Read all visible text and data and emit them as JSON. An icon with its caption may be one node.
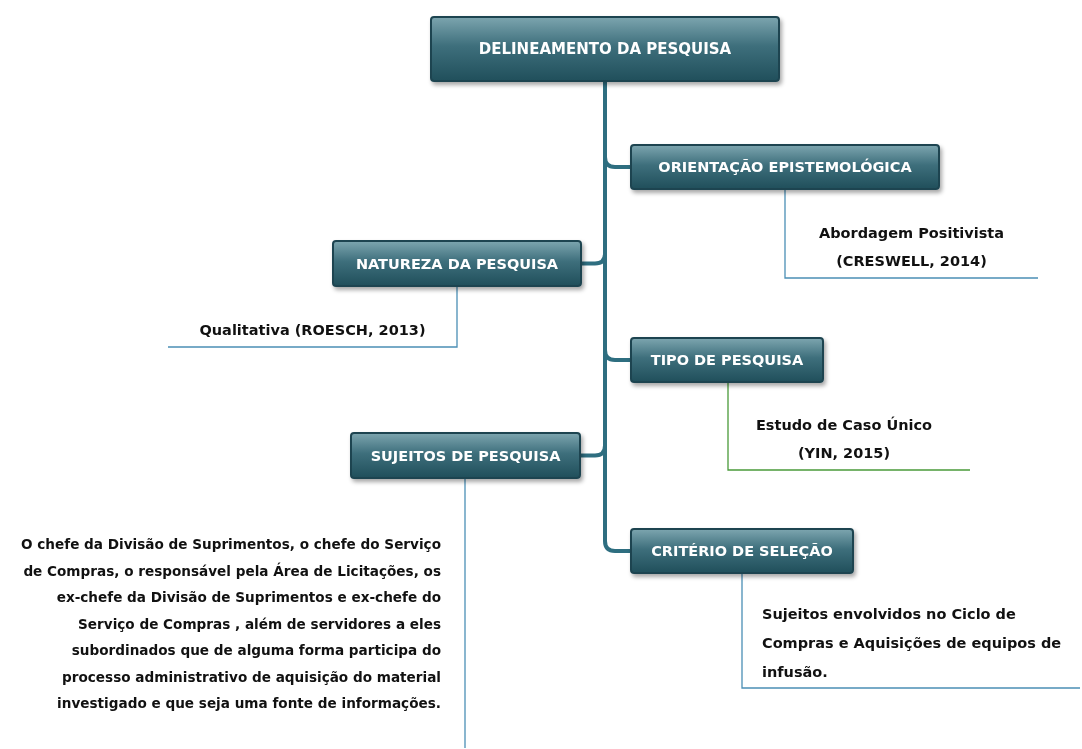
{
  "diagram": {
    "nodes": [
      {
        "text": [
          "DELINEAMENTO DA PESQUISA"
        ]
      },
      {
        "text": [
          "ORIENTAÇÃO EPISTEMOLÓGICA"
        ]
      },
      {
        "text": [
          "Abordagem Positivista (CRESWELL, 2014)"
        ]
      },
      {
        "text": [
          "NATUREZA DA PESQUISA"
        ]
      },
      {
        "text": [
          "Qualitativa (ROESCH, 2013)"
        ]
      },
      {
        "text": [
          "TIPO DE PESQUISA"
        ]
      },
      {
        "text": [
          "Estudo de Caso Único (YIN, 2015)"
        ]
      },
      {
        "text": [
          "SUJEITOS DE PESQUISA"
        ]
      },
      {
        "text": [
          "O chefe da Divisão de Suprimentos, o chefe do Serviço de Compras, o responsável pela Área de Licitações, os ex-chefe da Divisão de Suprimentos e ex-chefe do Serviço de Compras , além de servidores a eles subordinados que de alguma forma participa do processo administrativo de aquisição do material investigado e que seja uma fonte de informações."
        ]
      },
      {
        "text": [
          "CRITÉRIO DE SELEÇÃO"
        ]
      },
      {
        "text": [
          "Sujeitos envolvidos no Ciclo de Compras e Aquisições de equipos de infusão."
        ]
      }
    ],
    "edges": [
      {
        "from": 0,
        "to": 1,
        "arrow": "none",
        "style": "thick",
        "color": "#2e6e80"
      },
      {
        "from": 1,
        "to": 2,
        "arrow": "none"
      },
      {
        "from": 0,
        "to": 3,
        "arrow": "none",
        "style": "thick",
        "color": "#2e6e80"
      },
      {
        "from": 3,
        "to": 4,
        "arrow": "none"
      },
      {
        "from": 0,
        "to": 5,
        "arrow": "none",
        "style": "thick",
        "color": "#2e6e80"
      },
      {
        "from": 5,
        "to": 6,
        "arrow": "none",
        "color": "#4a9a3a"
      },
      {
        "from": 0,
        "to": 7,
        "arrow": "none",
        "style": "thick",
        "color": "#2e6e80"
      },
      {
        "from": 7,
        "to": 8,
        "arrow": "none"
      },
      {
        "from": 0,
        "to": 9,
        "arrow": "none",
        "style": "thick",
        "color": "#2e6e80"
      },
      {
        "from": 9,
        "to": 10,
        "arrow": "none"
      }
    ]
  }
}
